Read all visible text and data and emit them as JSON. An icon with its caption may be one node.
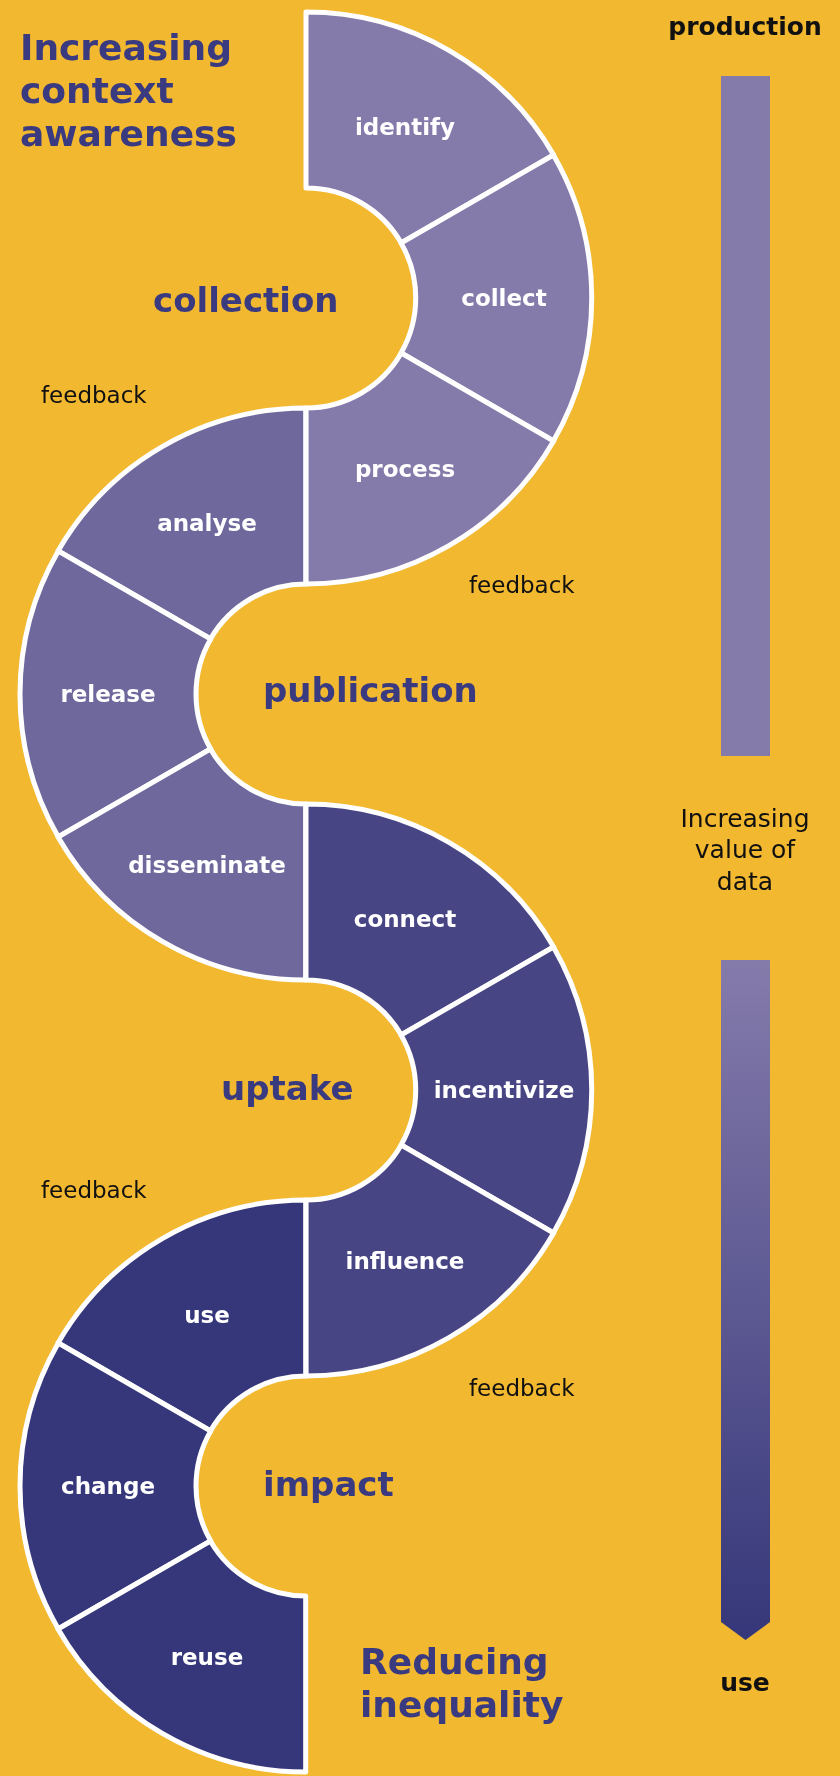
{
  "diagram": {
    "nodes": [
      {
        "text": [
          "identify"
        ]
      },
      {
        "text": [
          "collect"
        ]
      },
      {
        "text": [
          "process"
        ]
      },
      {
        "text": [
          "analyse"
        ]
      },
      {
        "text": [
          "release"
        ]
      },
      {
        "text": [
          "disseminate"
        ]
      },
      {
        "text": [
          "connect"
        ]
      },
      {
        "text": [
          "incentivize"
        ]
      },
      {
        "text": [
          "influence"
        ]
      },
      {
        "text": [
          "use"
        ]
      },
      {
        "text": [
          "change"
        ]
      },
      {
        "text": [
          "reuse"
        ]
      }
    ],
    "labels": [
      "Increasing context awareness",
      "production",
      "collection",
      "feedback",
      "feedback",
      "publication",
      "Increasing value of data",
      "uptake",
      "feedback",
      "feedback",
      "impact",
      "Reducing inequality",
      "use"
    ]
  }
}
